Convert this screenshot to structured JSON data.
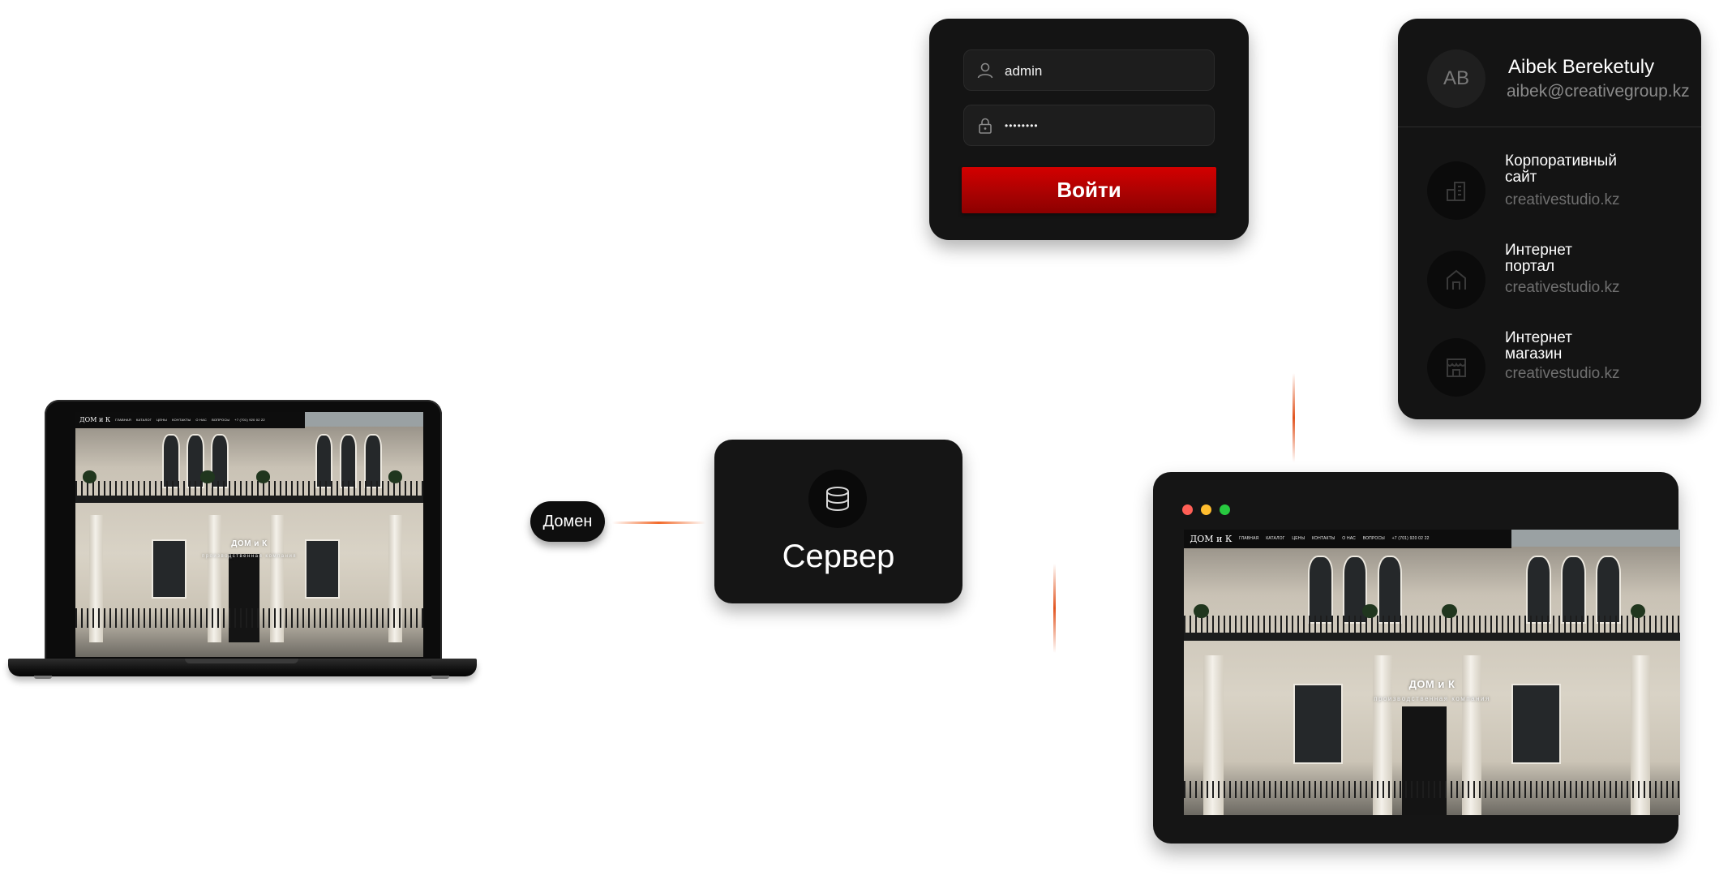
{
  "colors": {
    "accent_red": "#c20000",
    "card_bg": "#141414",
    "glow_orange": "#f26a2a",
    "dot_red": "#ff5f56",
    "dot_yellow": "#ffbd2e",
    "dot_green": "#27c93f"
  },
  "site_preview": {
    "logo": "ДОМ и К",
    "nav": [
      "ГЛАВНАЯ",
      "КАТАЛОГ",
      "ЦЕНЫ",
      "КОНТАКТЫ",
      "О НАС",
      "ВОПРОСЫ",
      "+7 (701) 920 02 22"
    ],
    "hero_title": "ДОМ и К",
    "hero_subtitle": "производственная компания"
  },
  "domain": {
    "label": "Домен"
  },
  "server": {
    "label": "Сервер",
    "icon": "database-icon"
  },
  "login": {
    "username": {
      "value": "admin",
      "icon": "user-icon"
    },
    "password": {
      "value": "••••••••",
      "icon": "lock-icon"
    },
    "submit_label": "Войти"
  },
  "account": {
    "initials": "AB",
    "name": "Aibek Bereketuly",
    "email": "aibek@creativegroup.kz",
    "projects": [
      {
        "title_line1": "Корпоративный",
        "title_line2": "сайт",
        "domain": "creativestudio.kz",
        "icon": "building-icon"
      },
      {
        "title_line1": "Интернет",
        "title_line2": "портал",
        "domain": "creativestudio.kz",
        "icon": "home-icon"
      },
      {
        "title_line1": "Интернет",
        "title_line2": "магазин",
        "domain": "creativestudio.kz",
        "icon": "store-icon"
      }
    ]
  }
}
